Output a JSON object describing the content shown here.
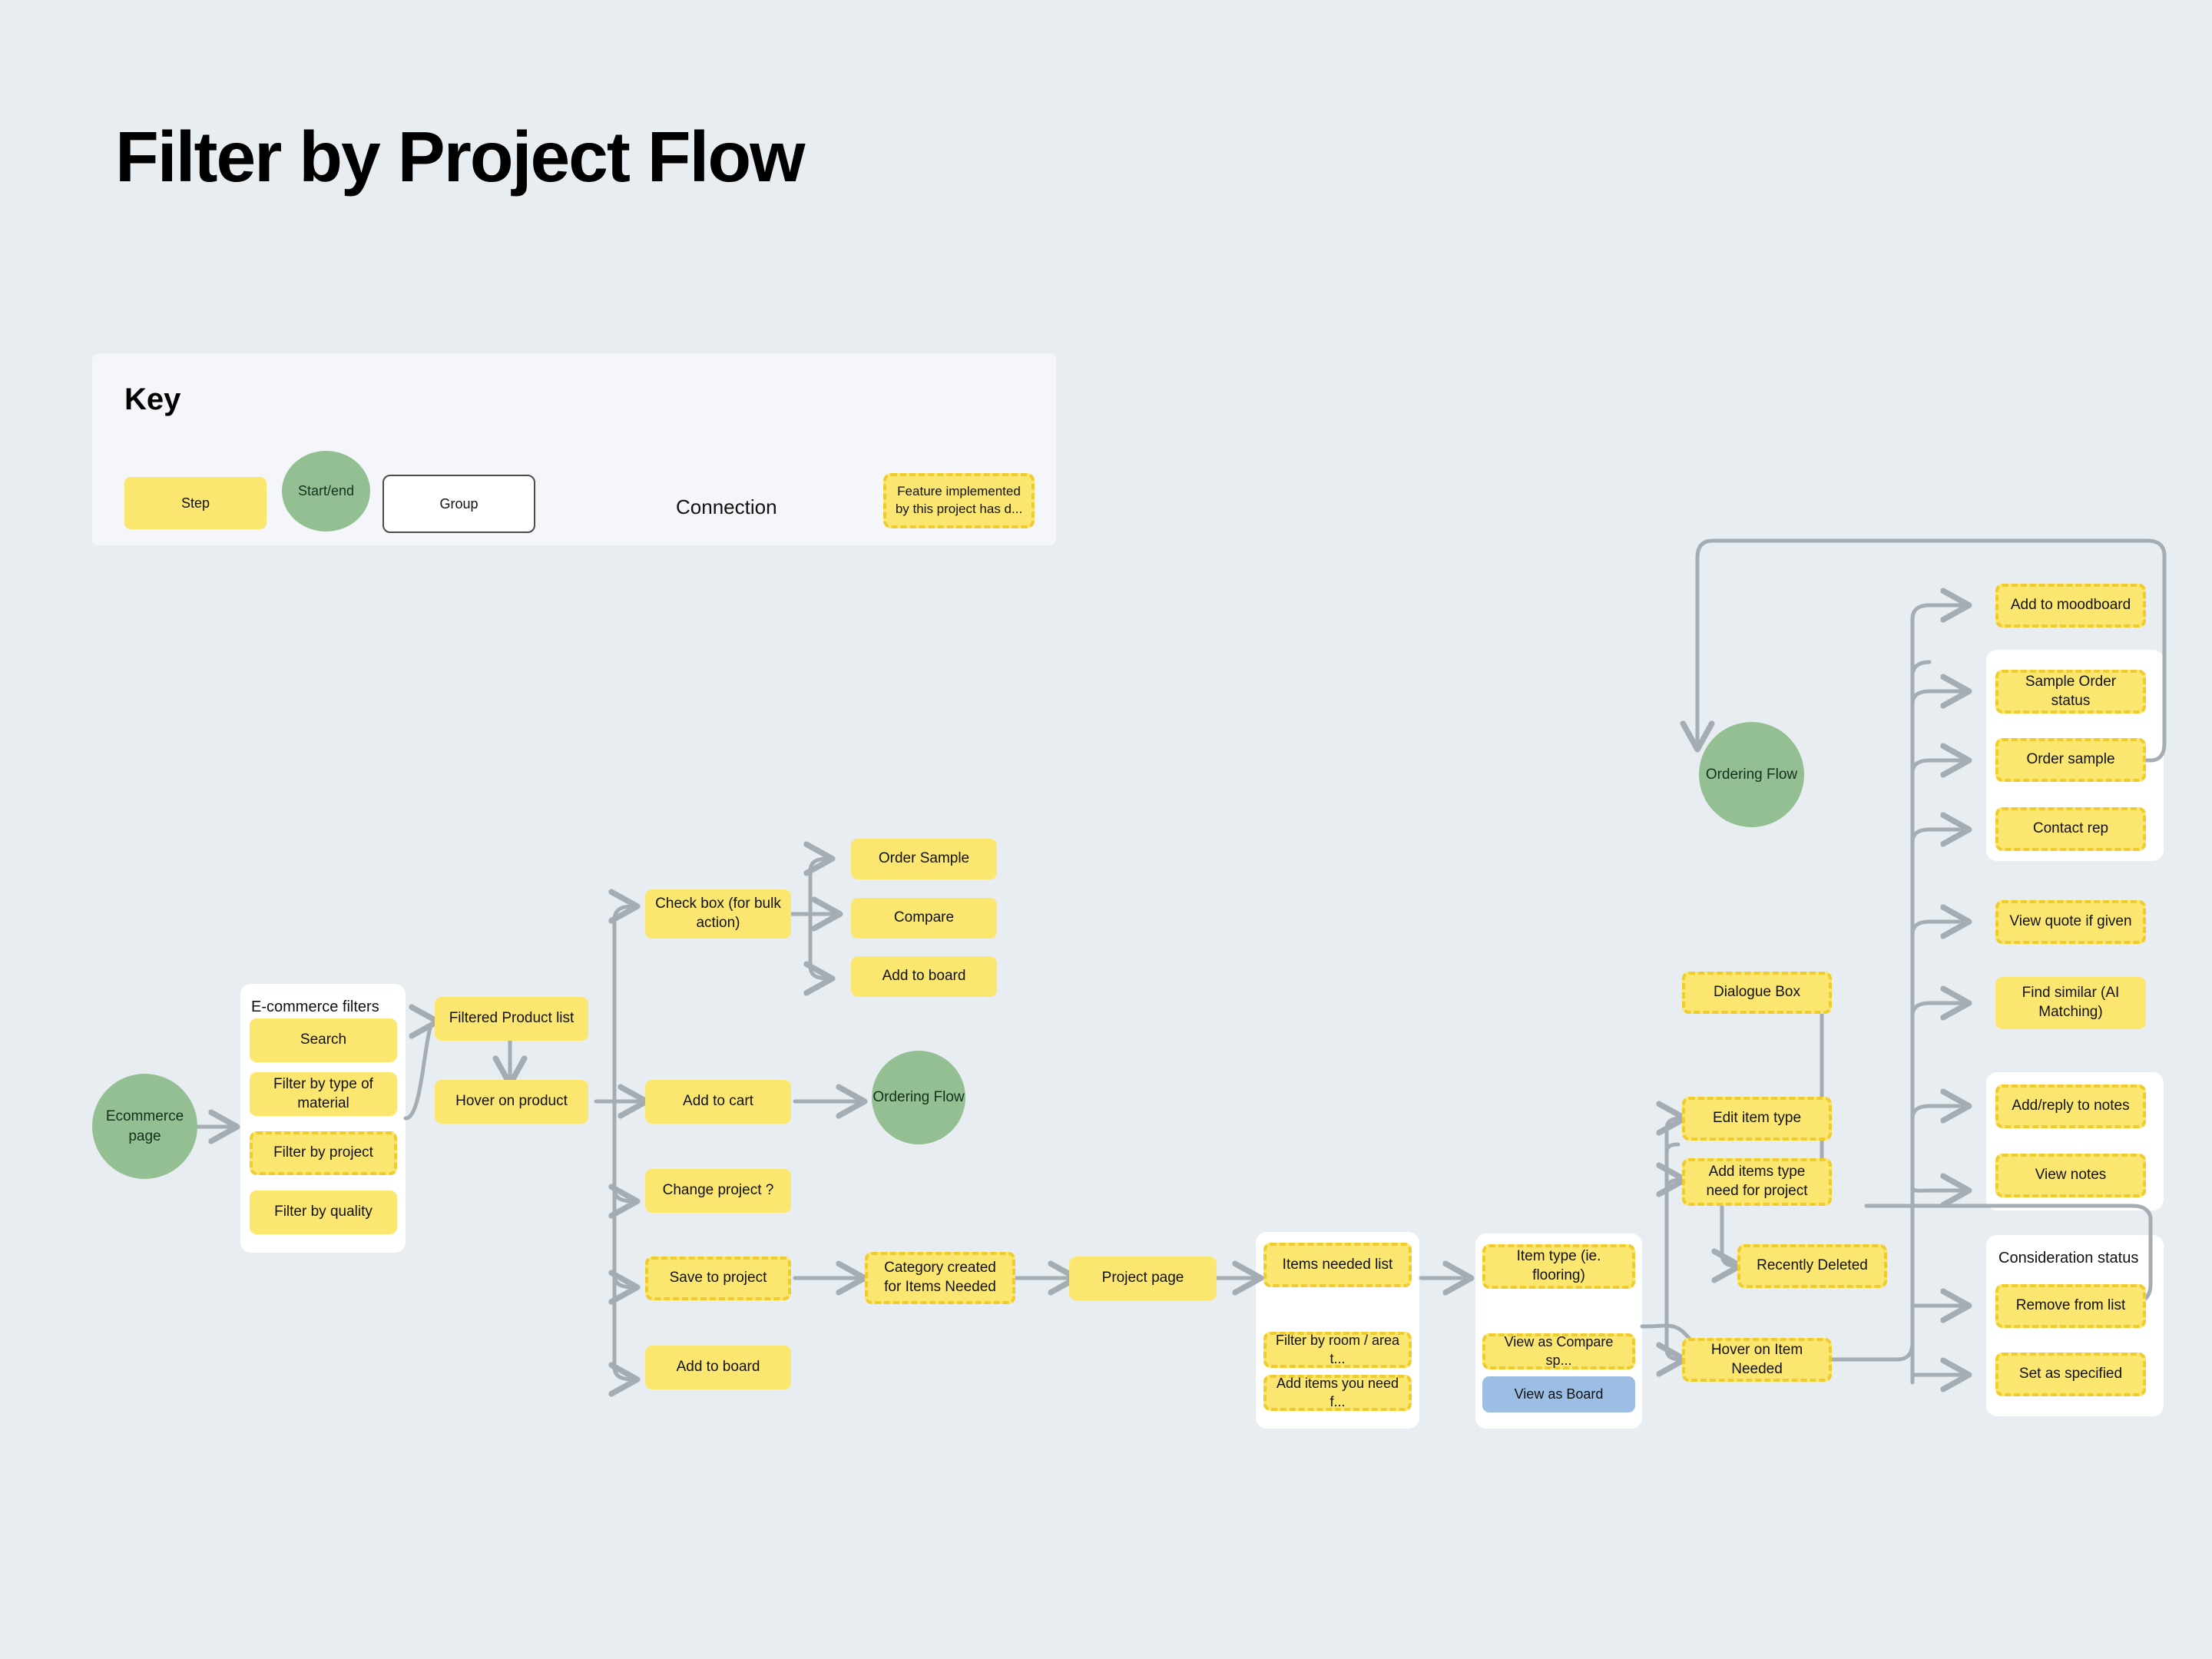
{
  "page": {
    "title": "Filter by Project Flow",
    "background": "#e8edf1"
  },
  "colors": {
    "step": "#fbe770",
    "step_dashed_border": "#f0cb2e",
    "start_end": "#93bf93",
    "group": "#ffffff",
    "connector": "#a5adb4",
    "highlight_blue": "#9dbee4",
    "key_panel": "#f4f6f9"
  },
  "key": {
    "title": "Key",
    "step_label": "Step",
    "start_end_label": "Start/end",
    "group_label": "Group",
    "connection_label": "Connection",
    "feature_label": "Feature implemented by this project has d..."
  },
  "nodes": {
    "ecommerce_page": "Ecommerce page",
    "ecommerce_filters_group": "E-commerce filters",
    "search": "Search",
    "filter_by_type_of_material": "Filter by type of material",
    "filter_by_project": "Filter by project",
    "filter_by_quality": "Filter by quality",
    "filtered_product_list": "Filtered Product list",
    "hover_on_product": "Hover on product",
    "check_box_bulk_action": "Check box (for bulk action)",
    "order_sample_top": "Order Sample",
    "compare": "Compare",
    "add_to_board_top": "Add to board",
    "add_to_cart": "Add to cart",
    "ordering_flow_mid": "Ordering Flow",
    "change_project": "Change project ?",
    "save_to_project": "Save to project",
    "add_to_board_bottom": "Add to board",
    "category_created_for_items_needed": "Category created for Items Needed",
    "project_page": "Project page",
    "items_needed_group": {
      "items_needed_list": "Items needed list",
      "filter_by_room_area": "Filter by room / area t...",
      "add_items_you_need": "Add items you need f..."
    },
    "item_type_group": {
      "item_type": "Item type (ie. flooring)",
      "view_as_compare": "View as Compare sp...",
      "view_as_board": "View as Board"
    },
    "dialogue_box": "Dialogue Box",
    "edit_item_type": "Edit item type",
    "add_items_type_need_for_project": "Add items type need for project",
    "recently_deleted": "Recently Deleted",
    "hover_on_item_needed": "Hover on Item Needed",
    "ordering_flow_right": "Ordering Flow",
    "add_to_moodboard": "Add to moodboard",
    "sample_group": {
      "sample_order_status": "Sample Order status",
      "order_sample": "Order sample",
      "contact_rep": "Contact rep"
    },
    "view_quote_if_given": "View quote if given",
    "find_similar_ai_matching": "Find similar (AI Matching)",
    "notes_group": {
      "add_reply_to_notes": "Add/reply to  notes",
      "view_notes": "View notes"
    },
    "consideration_status_group": {
      "label": "Consideration status",
      "remove_from_list": "Remove from list",
      "set_as_specified": "Set as specified"
    }
  }
}
